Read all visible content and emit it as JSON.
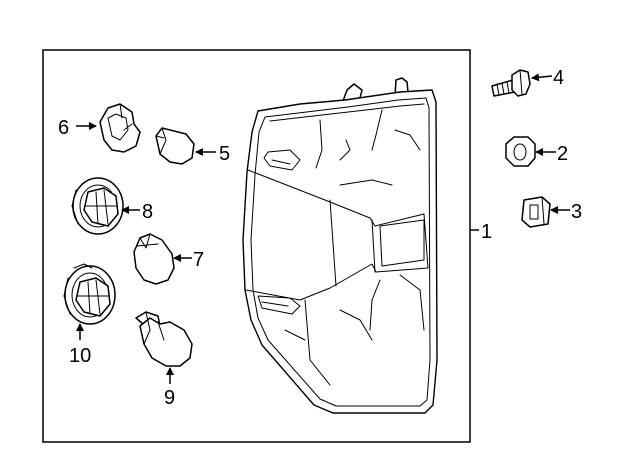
{
  "diagram": {
    "callouts": {
      "housing": "1",
      "grommet": "2",
      "retainer_clip": "3",
      "bolt": "4",
      "bulb_upper_wedge": "5",
      "socket_upper_left": "6",
      "bulb_stop_tail": "7",
      "socket_middle": "8",
      "bulb_backup": "9",
      "socket_lower": "10"
    }
  }
}
